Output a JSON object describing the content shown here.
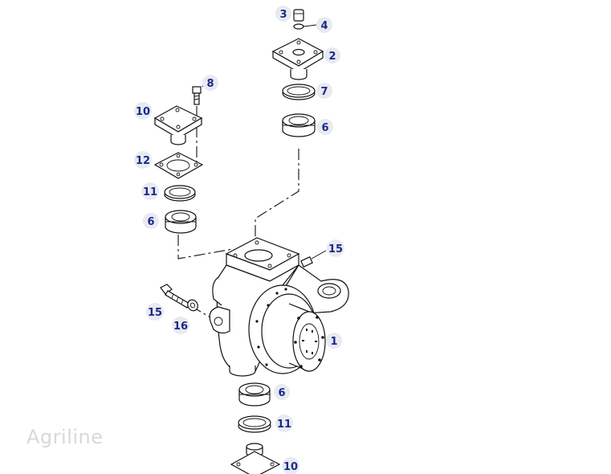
{
  "watermark": "Agriline",
  "callouts": [
    {
      "id": "c3",
      "label": "3"
    },
    {
      "id": "c4",
      "label": "4"
    },
    {
      "id": "c2",
      "label": "2"
    },
    {
      "id": "c7",
      "label": "7"
    },
    {
      "id": "c6a",
      "label": "6"
    },
    {
      "id": "c8",
      "label": "8"
    },
    {
      "id": "c10a",
      "label": "10"
    },
    {
      "id": "c12",
      "label": "12"
    },
    {
      "id": "c11a",
      "label": "11"
    },
    {
      "id": "c6b",
      "label": "6"
    },
    {
      "id": "c15a",
      "label": "15"
    },
    {
      "id": "c15b",
      "label": "15"
    },
    {
      "id": "c16",
      "label": "16"
    },
    {
      "id": "c1",
      "label": "1"
    },
    {
      "id": "c6c",
      "label": "6"
    },
    {
      "id": "c11b",
      "label": "11"
    },
    {
      "id": "c10b",
      "label": "10"
    }
  ]
}
